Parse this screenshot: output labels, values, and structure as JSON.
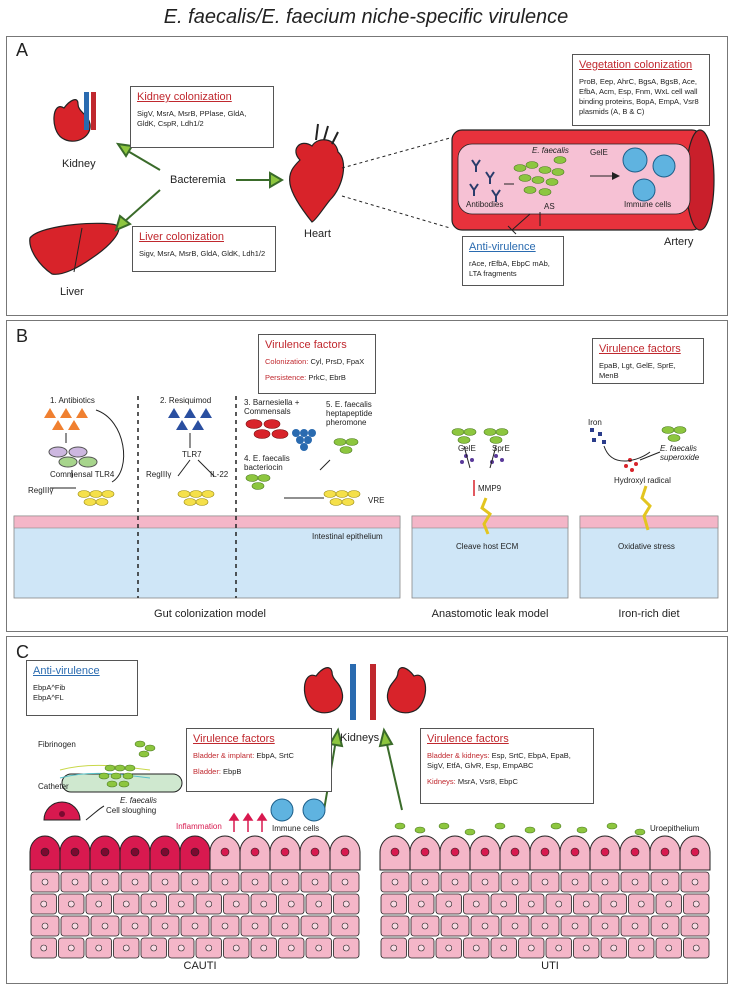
{
  "title": "E. faecalis/E. faecium niche-specific virulence",
  "panelA": {
    "label": "A",
    "kidney": "Kidney",
    "liver": "Liver",
    "heart": "Heart",
    "artery": "Artery",
    "bacteremia": "Bacteremia",
    "kidneyBox": {
      "title": "Kidney colonization",
      "text": "SigV, MsrA, MsrB, PPlase, GldA, GldK, CspR, Ldh1/2"
    },
    "liverBox": {
      "title": "Liver colonization",
      "text": "Sigv, MsrA, MsrB, GldA, GldK, Ldh1/2"
    },
    "vegBox": {
      "title": "Vegetation colonization",
      "text": "ProB, Eep, AhrC, BgsA, BgsB, Ace, EfbA, Acm, Esp, Fnm, WxL cell wall binding proteins, BopA, EmpA, Vsr8 plasmids (A, B & C)"
    },
    "antiBox": {
      "title": "Anti-virulence",
      "text": "rAce, rEfbA, EbpC mAb, LTA fragments"
    },
    "artery_labels": {
      "efaecalis": "E. faecalis",
      "gele": "GelE",
      "antibodies": "Antibodies",
      "as": "AS",
      "immune": "Immune cells"
    }
  },
  "panelB": {
    "label": "B",
    "vfBox": {
      "title": "Virulence factors",
      "line1a": "Colonization:",
      "line1b": " Cyl, PrsD, FpaX",
      "line2a": "Persistence:",
      "line2b": " PrkC, EbrB"
    },
    "vfBox2": {
      "title": "Virulence factors",
      "text": "EpaB, Lgt, GelE, SprE, MenB"
    },
    "antibiotics": "1. Antibiotics",
    "commensal_tlr4": "Commensal TLR4",
    "reg3_1": "RegIIIγ",
    "resiquimod": "2. Resiquimod",
    "tlr7": "TLR7",
    "reg3_2": "RegIIIγ",
    "il22": "IL-22",
    "barnesiella": "3. Barnesiella + Commensals",
    "bacteriocin": "4. E. faecalis bacteriocin",
    "heptapeptide": "5. E. faecalis heptapeptide pheromone",
    "vre": "VRE",
    "epithelium": "Intestinal epithelium",
    "gele": "GelE",
    "spre": "SprE",
    "mmp9": "MMP9",
    "cleave": "Cleave host ECM",
    "iron": "Iron",
    "superoxide": "E. faecalis superoxide",
    "hydroxyl": "Hydroxyl radical",
    "oxidative": "Oxidative stress",
    "cap1": "Gut colonization model",
    "cap2": "Anastomotic leak model",
    "cap3": "Iron-rich diet"
  },
  "panelC": {
    "label": "C",
    "antiBox": {
      "title": "Anti-virulence",
      "line1": "EbpA^Fib",
      "line2": "EbpA^FL"
    },
    "fibrinogen": "Fibrinogen",
    "catheter": "Catheter",
    "efaecalis": "E. faecalis",
    "sloughing": "Cell sloughing",
    "vf1": {
      "title": "Virulence factors",
      "l1a": "Bladder & implant:",
      "l1b": " EbpA, SrtC",
      "l2a": "Bladder:",
      "l2b": " EbpB"
    },
    "kidneys": "Kidneys",
    "vf2": {
      "title": "Virulence factors",
      "l1a": "Bladder & kidneys:",
      "l1b": " Esp, SrtC, EbpA, EpaB, SigV, EtfA, GlvR, Esp, EmpABC",
      "l2a": "Kidneys:",
      "l2b": " MsrA, Vsr8, EbpC"
    },
    "inflammation": "Inflammation",
    "immune": "Immune cells",
    "uroepithelium": "Uroepithelium",
    "cap1": "CAUTI",
    "cap2": "UTI"
  },
  "colors": {
    "red": "#c0282e",
    "blue": "#2a6bb0",
    "green": "#8dc63f",
    "pink": "#f4b6c8",
    "artery": "#e8323c"
  }
}
